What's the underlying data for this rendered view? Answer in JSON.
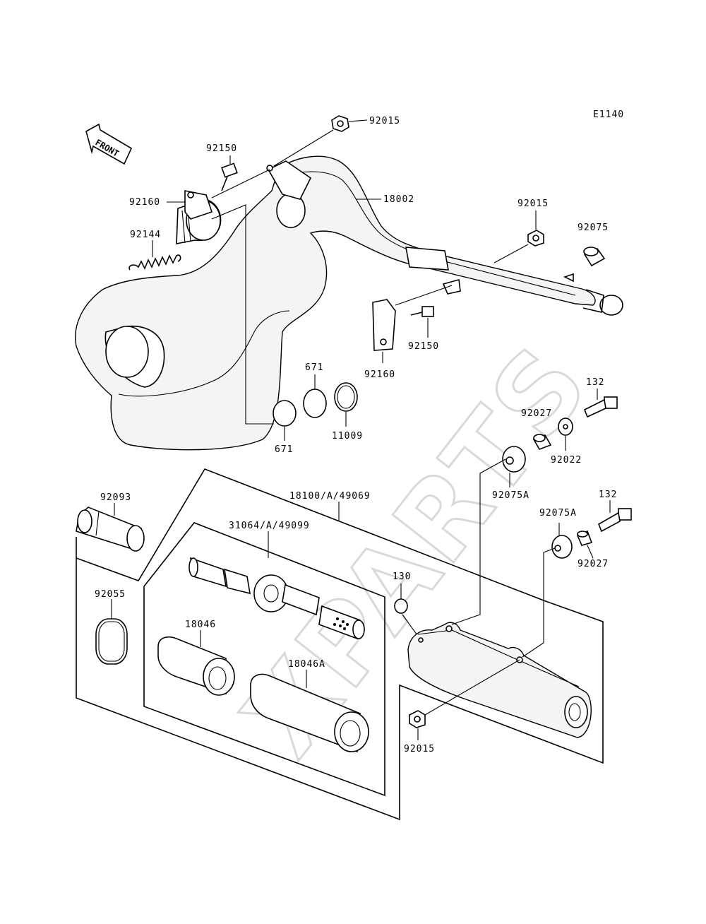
{
  "diagram": {
    "code": "E1140",
    "front_label": "FRONT",
    "watermark": "XPARTS",
    "labels": {
      "p92015_top": "92015",
      "p92150_left": "92150",
      "p92160_left": "92160",
      "p18002": "18002",
      "p92015_right": "92015",
      "p92075": "92075",
      "p92144": "92144",
      "p92150_mid": "92150",
      "p92160_mid": "92160",
      "p671_top": "671",
      "p671_bottom": "671",
      "p11009": "11009",
      "p132_top": "132",
      "p92027_top": "92027",
      "p92022": "92022",
      "p92075A_top": "92075A",
      "p132_bottom": "132",
      "p92075A_bottom": "92075A",
      "p92027_bottom": "92027",
      "p92093": "92093",
      "p18100": "18100/A/49069",
      "p31064": "31064/A/49099",
      "p92055": "92055",
      "p130": "130",
      "p18046": "18046",
      "p18046A": "18046A",
      "p92015_bottom": "92015"
    }
  }
}
